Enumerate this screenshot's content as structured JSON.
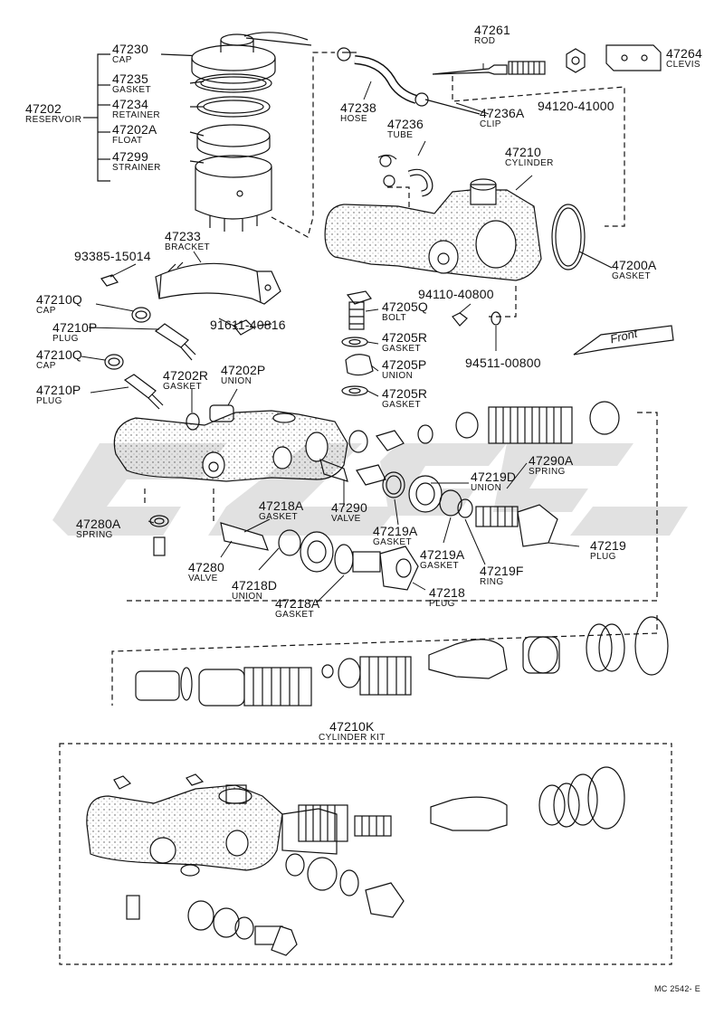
{
  "parts": {
    "p47230": {
      "num": "47230",
      "name": "CAP"
    },
    "p47235": {
      "num": "47235",
      "name": "GASKET"
    },
    "p47202": {
      "num": "47202",
      "name": "RESERVOIR"
    },
    "p47234": {
      "num": "47234",
      "name": "RETAINER"
    },
    "p47202A": {
      "num": "47202A",
      "name": "FLOAT"
    },
    "p47299": {
      "num": "47299",
      "name": "STRAINER"
    },
    "p47261": {
      "num": "47261",
      "name": "ROD"
    },
    "p47264": {
      "num": "47264",
      "name": "CLEVIS"
    },
    "p94120": {
      "num": "94120-41000",
      "name": ""
    },
    "p47238": {
      "num": "47238",
      "name": "HOSE"
    },
    "p47236A": {
      "num": "47236A",
      "name": "CLIP"
    },
    "p47236": {
      "num": "47236",
      "name": "TUBE"
    },
    "p47210": {
      "num": "47210",
      "name": "CYLINDER"
    },
    "p47200A": {
      "num": "47200A",
      "name": "GASKET"
    },
    "p47233": {
      "num": "47233",
      "name": "BRACKET"
    },
    "p93385": {
      "num": "93385-15014",
      "name": ""
    },
    "p47210Q1": {
      "num": "47210Q",
      "name": "CAP"
    },
    "p47210P1": {
      "num": "47210P",
      "name": "PLUG"
    },
    "p47210Q2": {
      "num": "47210Q",
      "name": "CAP"
    },
    "p47210P2": {
      "num": "47210P",
      "name": "PLUG"
    },
    "p91611": {
      "num": "91611-40816",
      "name": ""
    },
    "p94110": {
      "num": "94110-40800",
      "name": ""
    },
    "p47205Q": {
      "num": "47205Q",
      "name": "BOLT"
    },
    "p47205R1": {
      "num": "47205R",
      "name": "GASKET"
    },
    "p47205P": {
      "num": "47205P",
      "name": "UNION"
    },
    "p47205R2": {
      "num": "47205R",
      "name": "GASKET"
    },
    "p94511": {
      "num": "94511-00800",
      "name": ""
    },
    "p47202R": {
      "num": "47202R",
      "name": "GASKET"
    },
    "p47202P": {
      "num": "47202P",
      "name": "UNION"
    },
    "p47290A": {
      "num": "47290A",
      "name": "SPRING"
    },
    "p47219D": {
      "num": "47219D",
      "name": "UNION"
    },
    "p47280A": {
      "num": "47280A",
      "name": "SPRING"
    },
    "p47218A1": {
      "num": "47218A",
      "name": "GASKET"
    },
    "p47290": {
      "num": "47290",
      "name": "VALVE"
    },
    "p47219A1": {
      "num": "47219A",
      "name": "GASKET"
    },
    "p47219A2": {
      "num": "47219A",
      "name": "GASKET"
    },
    "p47219": {
      "num": "47219",
      "name": "PLUG"
    },
    "p47219F": {
      "num": "47219F",
      "name": "RING"
    },
    "p47280": {
      "num": "47280",
      "name": "VALVE"
    },
    "p47218D": {
      "num": "47218D",
      "name": "UNION"
    },
    "p47218A2": {
      "num": "47218A",
      "name": "GASKET"
    },
    "p47218": {
      "num": "47218",
      "name": "PLUG"
    },
    "p47210K": {
      "num": "47210K",
      "name": "CYLINDER KIT"
    }
  },
  "front_label": "Front",
  "ref_code": "MC 2542- E",
  "watermark_color": "#d9d9d9",
  "line_color": "#111111"
}
